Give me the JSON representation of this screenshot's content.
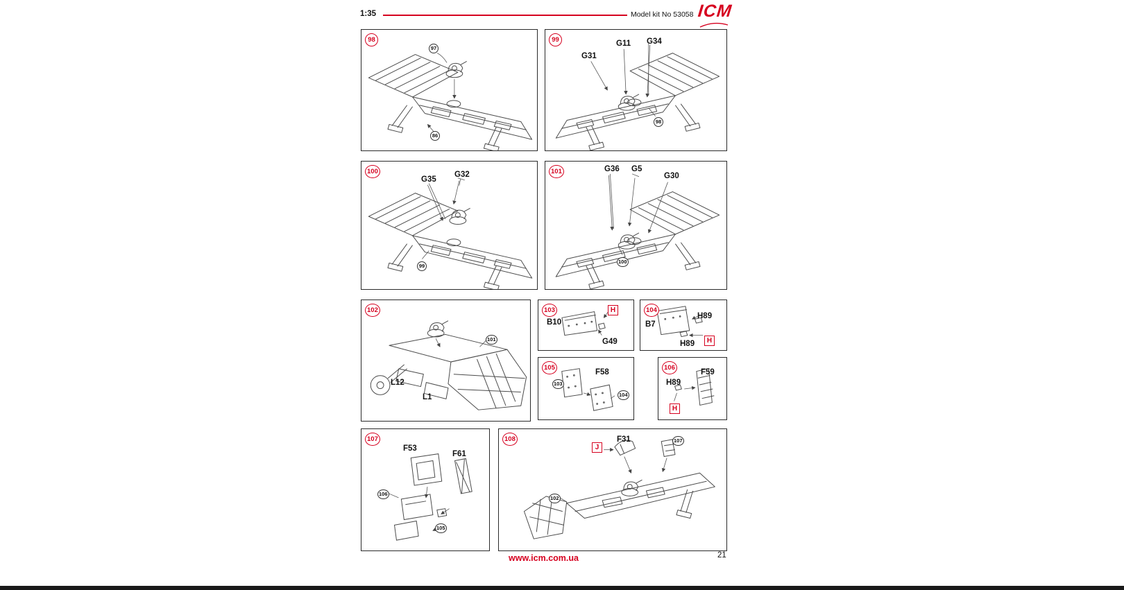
{
  "colors": {
    "accent": "#d6001f"
  },
  "header": {
    "scale": "1:35",
    "kit_number": "Model kit No 53058",
    "logo": "ICM"
  },
  "footer": {
    "website": "www.icm.com.ua",
    "page_number": "21"
  },
  "steps": {
    "s98": {
      "number": "98",
      "ref97": "97",
      "ref86": "86"
    },
    "s99": {
      "number": "99",
      "g31": "G31",
      "g11": "G11",
      "g34": "G34",
      "ref98": "98"
    },
    "s100": {
      "number": "100",
      "g35": "G35",
      "g32": "G32",
      "ref99": "99"
    },
    "s101": {
      "number": "101",
      "g36": "G36",
      "g5": "G5",
      "g30": "G30",
      "ref100": "100"
    },
    "s102": {
      "number": "102",
      "ref101": "101",
      "l12": "L12",
      "l1": "L1"
    },
    "s103": {
      "number": "103",
      "b10": "B10",
      "g49": "G49",
      "h_tag": "H"
    },
    "s104": {
      "number": "104",
      "b7": "B7",
      "h89_top": "H89",
      "h89_bottom": "H89",
      "h_tag": "H"
    },
    "s105": {
      "number": "105",
      "ref103": "103",
      "f58": "F58",
      "ref104": "104"
    },
    "s106": {
      "number": "106",
      "h89": "H89",
      "f59": "F59",
      "h_tag": "H"
    },
    "s107": {
      "number": "107",
      "f53": "F53",
      "f61": "F61",
      "ref106": "106",
      "ref105": "105"
    },
    "s108": {
      "number": "108",
      "j_tag": "J",
      "f31": "F31",
      "ref107": "107",
      "ref102": "102"
    }
  }
}
